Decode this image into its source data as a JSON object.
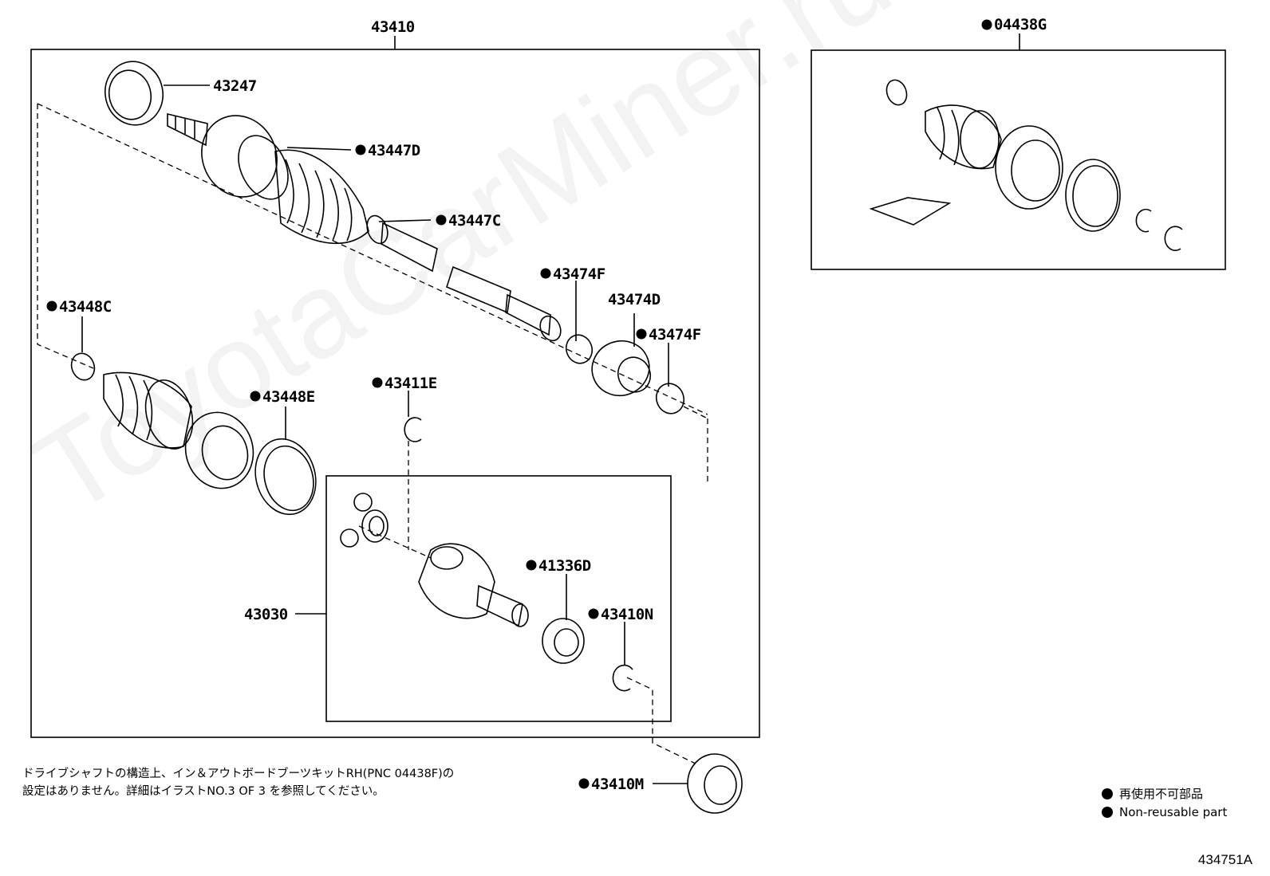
{
  "labels": {
    "assembly_43410": "43410",
    "kit_04438G": "04438G",
    "p43247": "43247",
    "p43447D": "43447D",
    "p43447C": "43447C",
    "p43474F_a": "43474F",
    "p43474D": "43474D",
    "p43474F_b": "43474F",
    "p43448C": "43448C",
    "p43448E": "43448E",
    "p43411E": "43411E",
    "p41336D": "41336D",
    "p43410N": "43410N",
    "p43030": "43030",
    "p43410M": "43410M"
  },
  "note": {
    "line1": "ドライブシャフトの構造上、イン＆アウトボードブーツキットRH(PNC 04438F)の",
    "line2": "設定はありません。詳細はイラストNO.3 OF 3 を参照してください。"
  },
  "legend": {
    "ja": "再使用不可部品",
    "en": "Non-reusable part"
  },
  "diagram_code": "434751A",
  "watermark": "ToyotaCarMiner.ru",
  "colors": {
    "line": "#000000",
    "background": "#ffffff"
  }
}
